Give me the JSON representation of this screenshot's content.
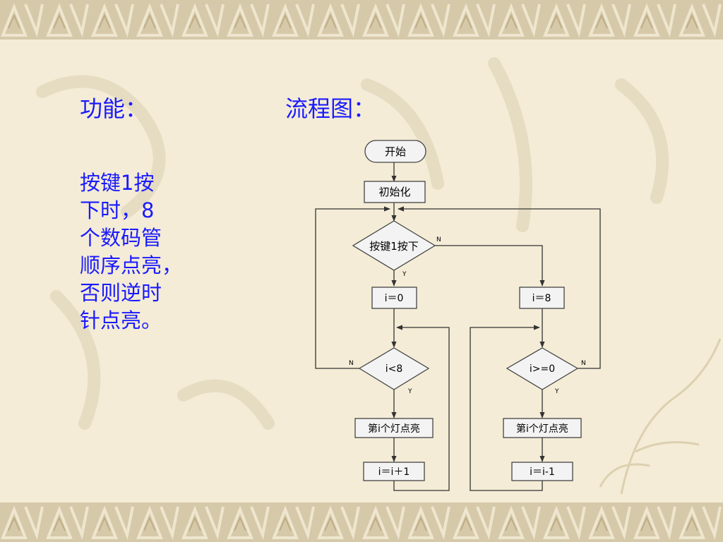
{
  "headings": {
    "function": "功能：",
    "flowchart": "流程图："
  },
  "description": {
    "lines": [
      "按键1按",
      "下时，8",
      "个数码管",
      "顺序点亮，",
      "否则逆时",
      "针点亮。"
    ]
  },
  "flowchart": {
    "start": "开始",
    "init": "初始化",
    "decision_key": "按键1按下",
    "assign_zero": "i＝0",
    "assign_eight": "i＝8",
    "decision_lt": "i<8",
    "decision_ge": "i>=0",
    "light_left": "第i个灯点亮",
    "light_right": "第i个灯点亮",
    "inc": "i＝i＋1",
    "dec": "i＝i-1",
    "label_n": "N",
    "label_y": "Y"
  },
  "colors": {
    "accent_text": "#1a1aff",
    "box_fill": "#f3f3f3",
    "line": "#333333"
  }
}
